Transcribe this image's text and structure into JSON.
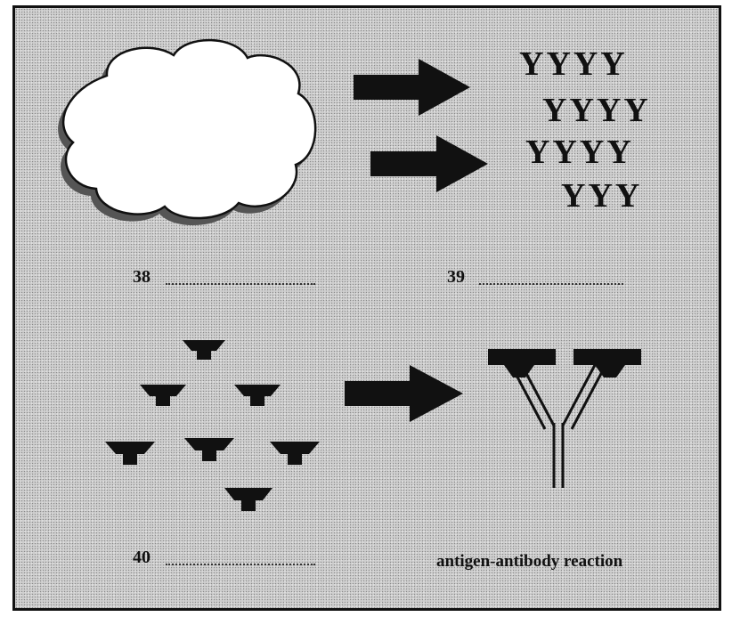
{
  "antibody_rows": [
    "YYYY",
    "YYYY",
    "YYYY",
    "YYY"
  ],
  "blanks": {
    "q38": "38",
    "q39": "39",
    "q40": "40"
  },
  "caption": "antigen-antibody reaction"
}
